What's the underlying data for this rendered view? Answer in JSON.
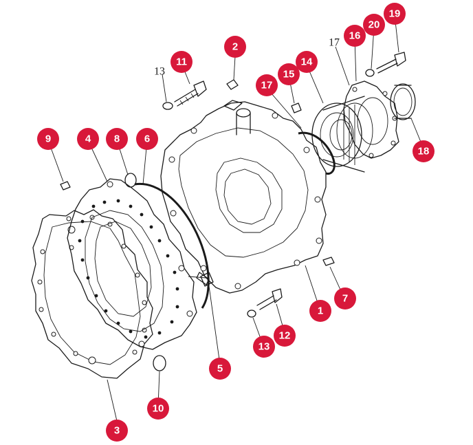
{
  "callouts": [
    {
      "id": "c1",
      "label": "1"
    },
    {
      "id": "c2",
      "label": "2"
    },
    {
      "id": "c3",
      "label": "3"
    },
    {
      "id": "c4",
      "label": "4"
    },
    {
      "id": "c5",
      "label": "5"
    },
    {
      "id": "c6",
      "label": "6"
    },
    {
      "id": "c7",
      "label": "7"
    },
    {
      "id": "c8",
      "label": "8"
    },
    {
      "id": "c9",
      "label": "9"
    },
    {
      "id": "c10",
      "label": "10"
    },
    {
      "id": "c11",
      "label": "11"
    },
    {
      "id": "c12",
      "label": "12"
    },
    {
      "id": "c13a",
      "label": "13"
    },
    {
      "id": "c14",
      "label": "14"
    },
    {
      "id": "c15",
      "label": "15"
    },
    {
      "id": "c16",
      "label": "16"
    },
    {
      "id": "c17",
      "label": "17"
    },
    {
      "id": "c18",
      "label": "18"
    },
    {
      "id": "c19",
      "label": "19"
    },
    {
      "id": "c20",
      "label": "20"
    }
  ],
  "plain_labels": [
    {
      "id": "p13",
      "label": "13"
    },
    {
      "id": "p17",
      "label": "17"
    }
  ],
  "colors": {
    "callout": "#d8183a",
    "line": "#1a1a1a",
    "background": "#ffffff"
  }
}
